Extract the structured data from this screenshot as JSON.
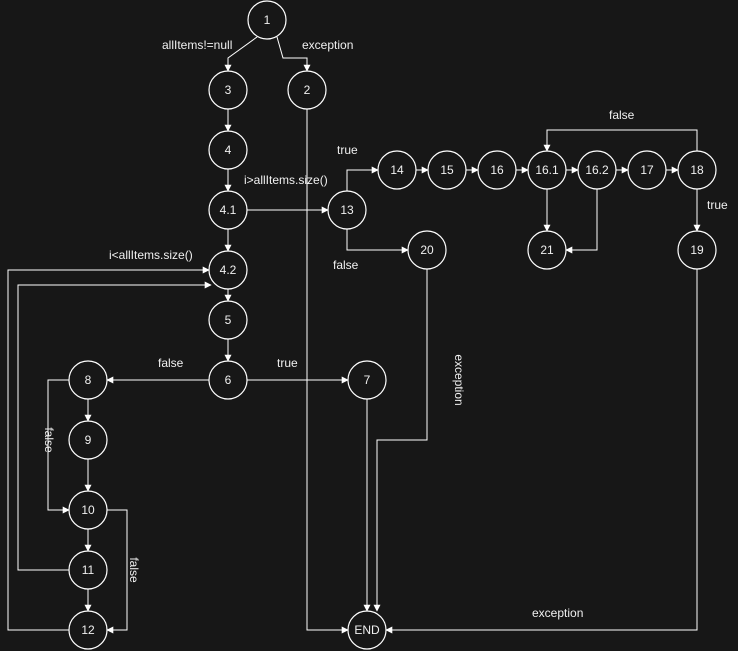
{
  "nodes": [
    {
      "id": "1",
      "label": "1"
    },
    {
      "id": "2",
      "label": "2"
    },
    {
      "id": "3",
      "label": "3"
    },
    {
      "id": "4",
      "label": "4"
    },
    {
      "id": "4.1",
      "label": "4.1"
    },
    {
      "id": "4.2",
      "label": "4.2"
    },
    {
      "id": "5",
      "label": "5"
    },
    {
      "id": "6",
      "label": "6"
    },
    {
      "id": "7",
      "label": "7"
    },
    {
      "id": "8",
      "label": "8"
    },
    {
      "id": "9",
      "label": "9"
    },
    {
      "id": "10",
      "label": "10"
    },
    {
      "id": "11",
      "label": "11"
    },
    {
      "id": "12",
      "label": "12"
    },
    {
      "id": "13",
      "label": "13"
    },
    {
      "id": "14",
      "label": "14"
    },
    {
      "id": "15",
      "label": "15"
    },
    {
      "id": "16",
      "label": "16"
    },
    {
      "id": "16.1",
      "label": "16.1"
    },
    {
      "id": "16.2",
      "label": "16.2"
    },
    {
      "id": "17",
      "label": "17"
    },
    {
      "id": "18",
      "label": "18"
    },
    {
      "id": "19",
      "label": "19"
    },
    {
      "id": "20",
      "label": "20"
    },
    {
      "id": "21",
      "label": "21"
    },
    {
      "id": "END",
      "label": "END"
    }
  ],
  "edges": [
    {
      "from": "1",
      "to": "3",
      "label": "allItems!=null"
    },
    {
      "from": "1",
      "to": "2",
      "label": "exception"
    },
    {
      "from": "3",
      "to": "4",
      "label": ""
    },
    {
      "from": "4",
      "to": "4.1",
      "label": ""
    },
    {
      "from": "4.1",
      "to": "4.2",
      "label": "i<allItems.size()"
    },
    {
      "from": "4.1",
      "to": "13",
      "label": "i>allItems.size()"
    },
    {
      "from": "4.2",
      "to": "5",
      "label": ""
    },
    {
      "from": "5",
      "to": "6",
      "label": ""
    },
    {
      "from": "6",
      "to": "7",
      "label": "true"
    },
    {
      "from": "6",
      "to": "8",
      "label": "false"
    },
    {
      "from": "8",
      "to": "9",
      "label": ""
    },
    {
      "from": "8",
      "to": "10",
      "label": "false"
    },
    {
      "from": "9",
      "to": "10",
      "label": ""
    },
    {
      "from": "10",
      "to": "11",
      "label": ""
    },
    {
      "from": "10",
      "to": "12",
      "label": "false"
    },
    {
      "from": "11",
      "to": "12",
      "label": ""
    },
    {
      "from": "11",
      "to": "4.2",
      "label": ""
    },
    {
      "from": "12",
      "to": "4.2",
      "label": ""
    },
    {
      "from": "13",
      "to": "14",
      "label": "true"
    },
    {
      "from": "13",
      "to": "20",
      "label": "false"
    },
    {
      "from": "14",
      "to": "15",
      "label": ""
    },
    {
      "from": "15",
      "to": "16",
      "label": ""
    },
    {
      "from": "16",
      "to": "16.1",
      "label": ""
    },
    {
      "from": "16.1",
      "to": "16.2",
      "label": ""
    },
    {
      "from": "16.1",
      "to": "21",
      "label": ""
    },
    {
      "from": "16.2",
      "to": "17",
      "label": ""
    },
    {
      "from": "16.2",
      "to": "21",
      "label": ""
    },
    {
      "from": "17",
      "to": "18",
      "label": ""
    },
    {
      "from": "18",
      "to": "16.1",
      "label": "false"
    },
    {
      "from": "18",
      "to": "19",
      "label": "true"
    },
    {
      "from": "2",
      "to": "END",
      "label": ""
    },
    {
      "from": "7",
      "to": "END",
      "label": ""
    },
    {
      "from": "20",
      "to": "END",
      "label": "exception"
    },
    {
      "from": "19",
      "to": "END",
      "label": "exception"
    }
  ]
}
